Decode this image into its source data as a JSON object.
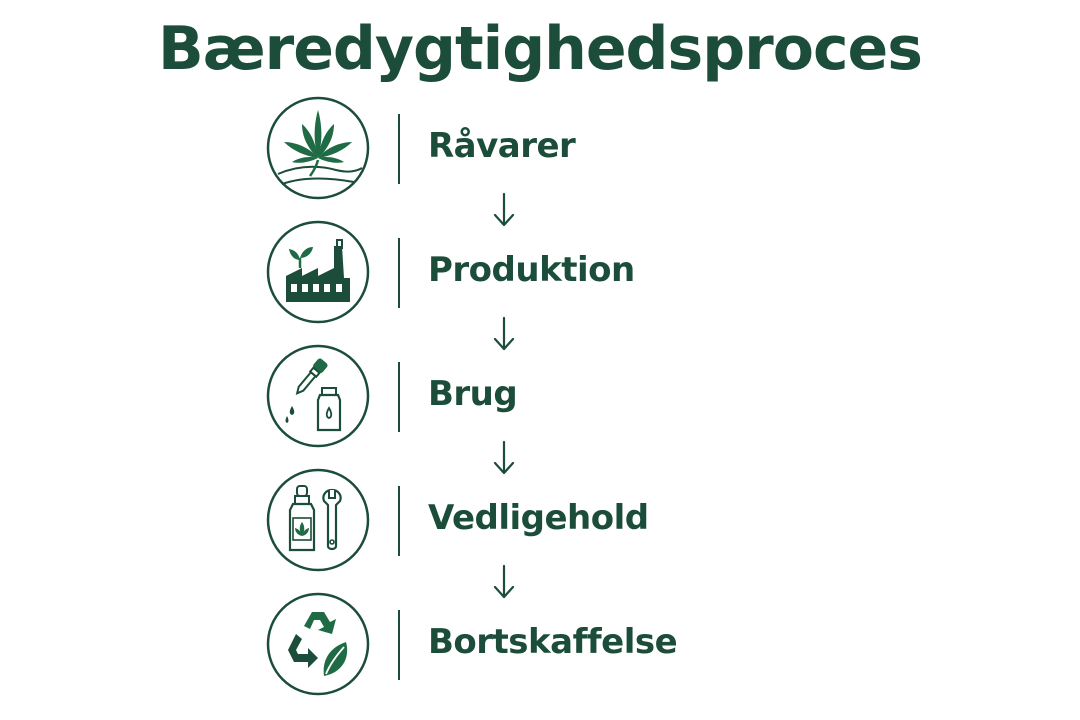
{
  "title": "Bæredygtighedsproces",
  "colors": {
    "primary": "#1b4d3a",
    "leaf": "#1f6b45"
  },
  "steps": [
    {
      "label": "Råvarer",
      "icon": "hemp-plant-icon"
    },
    {
      "label": "Produktion",
      "icon": "factory-icon"
    },
    {
      "label": "Brug",
      "icon": "dropper-bottle-icon"
    },
    {
      "label": "Vedligehold",
      "icon": "bottle-wrench-icon"
    },
    {
      "label": "Bortskaffelse",
      "icon": "recycle-leaf-icon"
    }
  ],
  "connector": "down-arrow-icon"
}
